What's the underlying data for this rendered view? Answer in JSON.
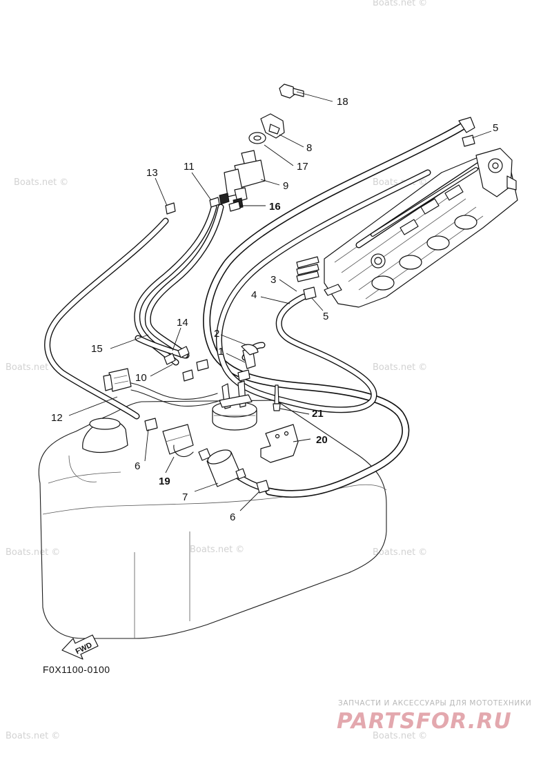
{
  "diagram": {
    "callouts": [
      {
        "id": "18",
        "text": "18"
      },
      {
        "id": "8",
        "text": "8"
      },
      {
        "id": "17",
        "text": "17"
      },
      {
        "id": "9",
        "text": "9"
      },
      {
        "id": "16",
        "text": "16"
      },
      {
        "id": "11",
        "text": "11"
      },
      {
        "id": "13",
        "text": "13"
      },
      {
        "id": "5a",
        "text": "5"
      },
      {
        "id": "3",
        "text": "3"
      },
      {
        "id": "4",
        "text": "4"
      },
      {
        "id": "5b",
        "text": "5"
      },
      {
        "id": "14",
        "text": "14"
      },
      {
        "id": "15",
        "text": "15"
      },
      {
        "id": "2",
        "text": "2"
      },
      {
        "id": "1",
        "text": "1"
      },
      {
        "id": "10",
        "text": "10"
      },
      {
        "id": "21",
        "text": "21"
      },
      {
        "id": "12",
        "text": "12"
      },
      {
        "id": "20",
        "text": "20"
      },
      {
        "id": "6a",
        "text": "6"
      },
      {
        "id": "19",
        "text": "19"
      },
      {
        "id": "7",
        "text": "7"
      },
      {
        "id": "6b",
        "text": "6"
      }
    ],
    "fwd_label": "FWD",
    "diagram_code": "F0X1100-0100",
    "watermark_text": "Boats.net ©",
    "shop_tagline": "ЗАПЧАСТИ И АКСЕССУАРЫ ДЛЯ МОТОТЕХНИКИ",
    "shop_logo": "PARTSFOR.RU"
  }
}
